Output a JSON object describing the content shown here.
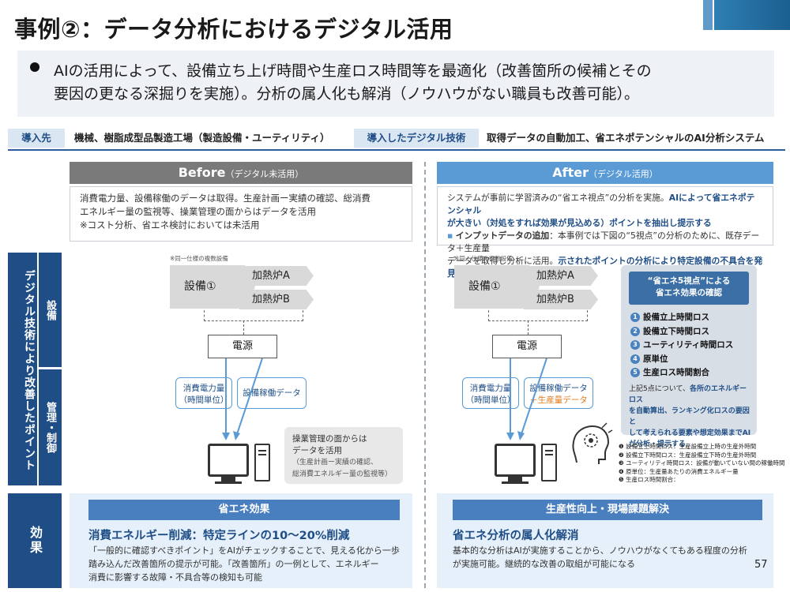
{
  "title": "事例②：データ分析におけるデジタル活用",
  "summary": {
    "line1": "AIの活用によって、設備立ち上げ時間や生産ロス時間等を最適化（改善箇所の候補とその",
    "line2": "要因の更なる深掘りを実施）。分析の属人化も解消（ノウハウがない職員も改善可能）。"
  },
  "infobar": {
    "dest_label": "導入先",
    "dest_value": "機械、樹脂成型品製造工場（製造設備・ユーティリティ）",
    "tech_label": "導入したデジタル技術",
    "tech_value": "取得データの自動加工、省エネポテンシャルのAI分析システム"
  },
  "before": {
    "header": "Before",
    "header_sub": "（デジタル未活用）",
    "desc_l1": "消費電力量、設備稼働のデータは取得。生産計画ー実績の確認、総消費",
    "desc_l2": "エネルギー量の監視等、操業管理の面からはデータを活用",
    "desc_l3": "※コスト分析、省エネ検討においては未活用",
    "note": "※同一仕様の複数設備",
    "equipment": "設備①",
    "furnace_a": "加熱炉A",
    "furnace_b": "加熱炉B",
    "power": "電源",
    "data1_l1": "消費電力量",
    "data1_l2": "（時間単位）",
    "data2": "設備稼働データ",
    "gray_l1": "操業管理の面からは",
    "gray_l2": "データを活用",
    "gray_l3": "（生産計画ー実績の確認、",
    "gray_l4": "総消費エネルギー量の監視等）"
  },
  "after": {
    "header": "After",
    "header_sub": "（デジタル活用）",
    "desc_l1": "システムが事前に学習済みの“省エネ視点”の分析を実施。",
    "desc_l1b": "AIによって省エネポテンシャル",
    "desc_l2": "が大きい（対処をすれば効果が見込める）ポイントを抽出し提示する",
    "desc_l3a": "インプットデータの追加",
    "desc_l3b": "：本事例では下図の“5視点”の分析のために、既存データ＋生産量",
    "desc_l4a": "データを取得し分析に活用。",
    "desc_l4b": "示されたポイントの分析により特定設備の不具合を発見した",
    "note": "※同一仕様の複数設備",
    "equipment": "設備①",
    "furnace_a": "加熱炉A",
    "furnace_b": "加熱炉B",
    "power": "電源",
    "data1_l1": "消費電力量",
    "data1_l2": "（時間単位）",
    "data2_l1": "設備稼働データ",
    "data2_l2": "＋生産量データ",
    "five_head_l1": "“省エネ5視点”による",
    "five_head_l2": "省エネ効果の確認",
    "five_items": [
      "設備立上時間ロス",
      "設備立下時間ロス",
      "ユーティリティ時間ロス",
      "原単位",
      "生産ロス時間割合"
    ],
    "five_desc_l1": "上記5点について、",
    "five_desc_l1b": "各所のエネルギーロス",
    "five_desc_l2": "を自動算出、ランキング化ロスの要因と",
    "five_desc_l3": "して考えられる要素や想定効果までAI",
    "five_desc_l4": "が分析・提示する",
    "legend": [
      "❶ 設備立上時間ロス：生産設備立上時の生産外時間",
      "❷ 設備立下時間ロス：生産設備立下時の生産外時間",
      "❸ ユーティリティ時間ロス：設備が動いていない間の稼働時間",
      "❹ 原単位：生産量あたりの消費エネルギー量",
      "❺ 生産ロス時間割合："
    ]
  },
  "sidebar": {
    "main": "デジタル技術により改善したポイント",
    "sub1": "設備",
    "sub2": "管理・制御",
    "effect": "効果"
  },
  "effect_before": {
    "header": "省エネ効果",
    "title": "消費エネルギー削減：特定ラインの10～20%削減",
    "text_l1": "「一般的に確認すべきポイント」をAIがチェックすることで、見える化から一歩",
    "text_l2": "踏み込んだ改善箇所の提示が可能。「改善箇所」の一例として、エネルギー",
    "text_l3": "消費に影響する故障・不具合等の検知も可能"
  },
  "effect_after": {
    "header": "生産性向上・現場課題解決",
    "title": "省エネ分析の属人化解消",
    "text_l1": "基本的な分析はAIが実施することから、ノウハウがなくてもある程度の分析",
    "text_l2": "が実施可能。継続的な改善の取組が可能になる"
  },
  "page_number": "57",
  "colors": {
    "navy": "#1f4e87",
    "accent": "#5a9bd5",
    "gray_header": "#7a7a7a"
  }
}
